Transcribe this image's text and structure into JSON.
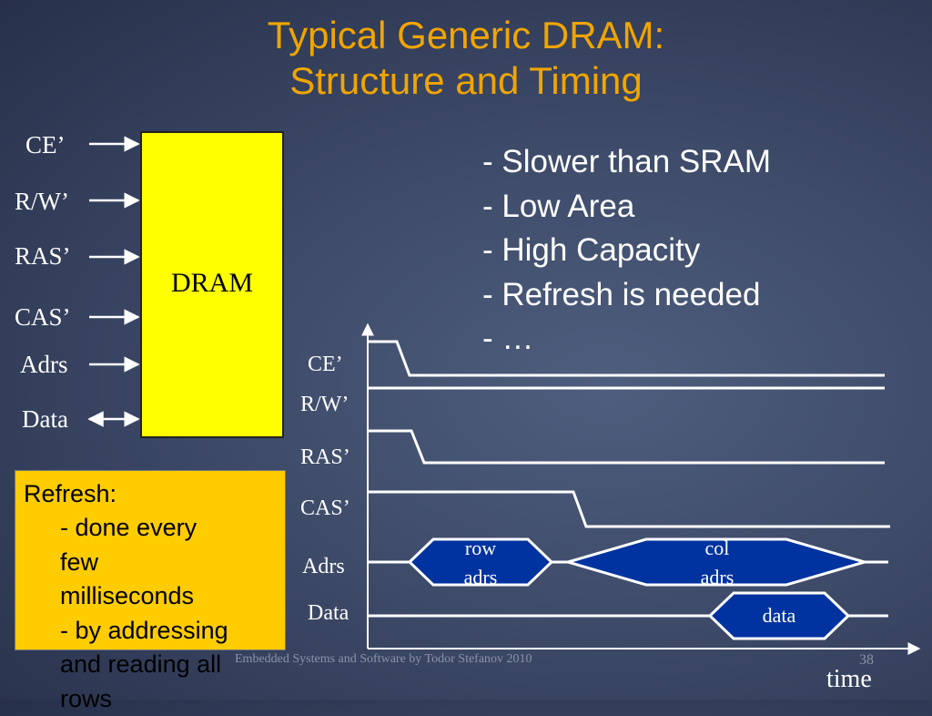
{
  "slide": {
    "title_line1": "Typical Generic DRAM:",
    "title_line2": "Structure and Timing",
    "footer": "Embedded Systems and Software by Todor Stefanov 2010",
    "page_number": "38"
  },
  "block_diagram": {
    "chip_label": "DRAM",
    "signals": [
      "CE’",
      "R/W’",
      "RAS’",
      "CAS’",
      "Adrs",
      "Data"
    ]
  },
  "bullets": [
    "- Slower than SRAM",
    "- Low Area",
    "- High Capacity",
    "- Refresh is needed",
    "- …"
  ],
  "refresh": {
    "title": "Refresh:",
    "lines": [
      "- done every",
      "few",
      "milliseconds",
      "- by addressing",
      "and reading all",
      "rows"
    ]
  },
  "timing": {
    "signals": [
      "CE’",
      "R/W’",
      "RAS’",
      "CAS’",
      "Adrs",
      "Data"
    ],
    "row_adrs_line1": "row",
    "row_adrs_line2": "adrs",
    "col_adrs_line1": "col",
    "col_adrs_line2": "adrs",
    "data_label": "data",
    "time_axis_label": "time"
  },
  "colors": {
    "title": "#f0a500",
    "chip_fill": "#ffff00",
    "refresh_box": "#ffcc00",
    "bus_fill": "#0033a0",
    "text": "#ffffff"
  }
}
